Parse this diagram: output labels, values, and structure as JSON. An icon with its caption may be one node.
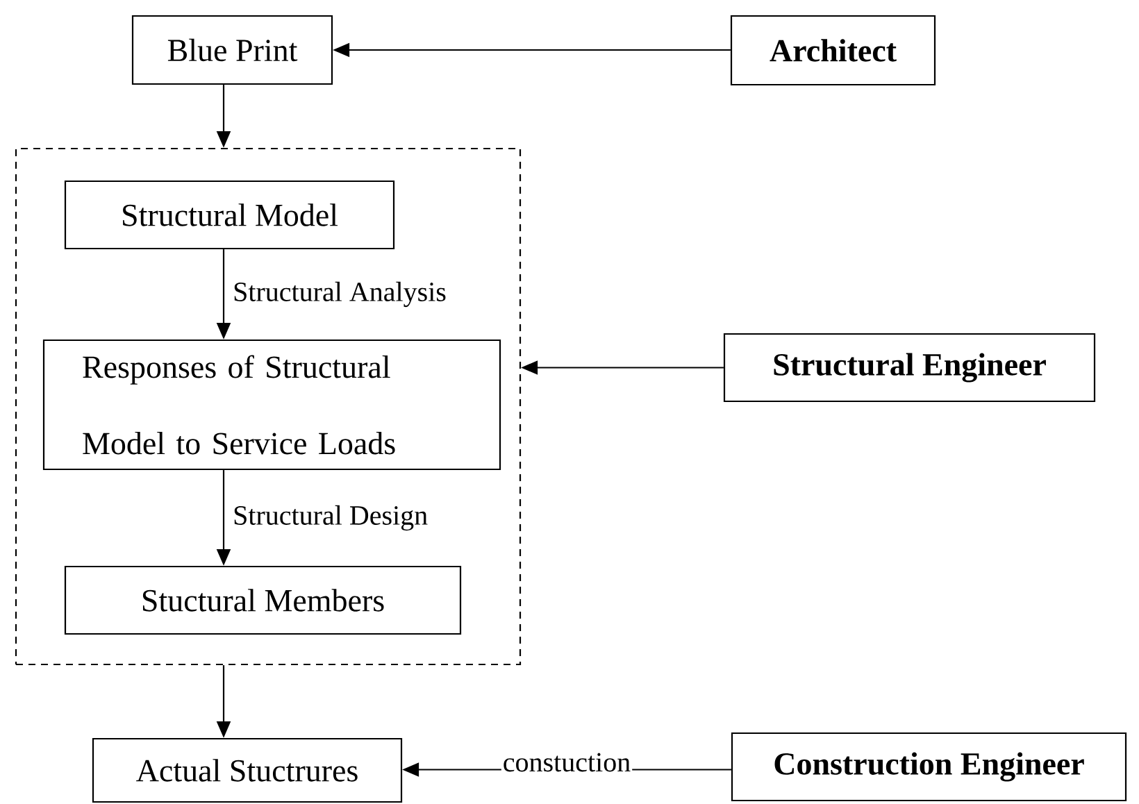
{
  "diagram": {
    "nodes": [
      {
        "text": [
          "Blue Print"
        ]
      },
      {
        "text": [
          "Architect"
        ]
      },
      {
        "text": [],
        "shape": "box"
      },
      {
        "text": [
          "Structural Model"
        ],
        "in": 2
      },
      {
        "text": [
          "Responses of Structural Model to Service Loads"
        ],
        "in": 2
      },
      {
        "text": [
          "Stuctural Members"
        ],
        "in": 2
      },
      {
        "text": [
          "Actual Stuctrures"
        ]
      },
      {
        "text": [
          "Structural Engineer"
        ]
      },
      {
        "text": [
          "Construction Engineer"
        ]
      }
    ],
    "edges": [
      {
        "from": 1,
        "to": 0,
        "arrow": "to"
      },
      {
        "from": 0,
        "to": 2,
        "arrow": "to"
      },
      {
        "from": 3,
        "to": 4,
        "arrow": "to",
        "label": "Structural Analysis"
      },
      {
        "from": 4,
        "to": 5,
        "arrow": "to",
        "label": "Structural Design"
      },
      {
        "from": 2,
        "to": 6,
        "arrow": "to"
      },
      {
        "from": 7,
        "to": 2,
        "arrow": "to"
      },
      {
        "from": 8,
        "to": 6,
        "arrow": "to",
        "label": "constuction"
      }
    ]
  }
}
